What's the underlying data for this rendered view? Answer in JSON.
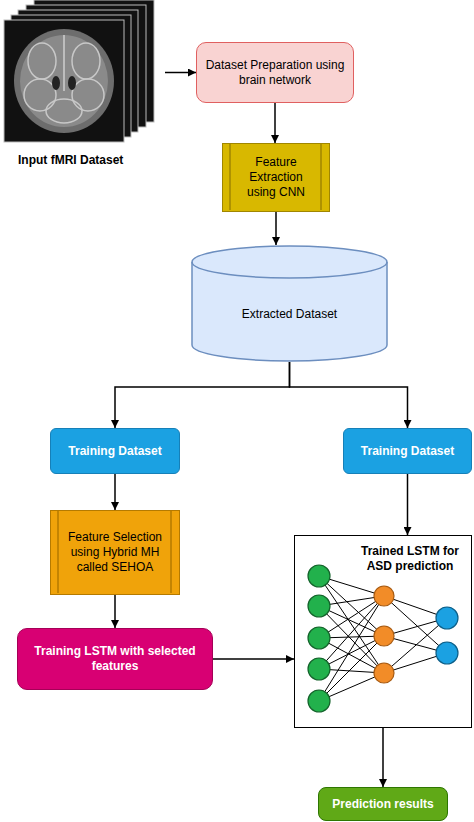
{
  "diagram": {
    "nodes": [
      {
        "text": [
          "Input fMRI Dataset"
        ]
      },
      {
        "text": [
          "Dataset Preparation using brain network"
        ]
      },
      {
        "text": [
          "Feature Extraction using CNN"
        ]
      },
      {
        "text": [
          "Extracted Dataset"
        ]
      },
      {
        "text": [
          "Training Dataset"
        ]
      },
      {
        "text": [
          "Training Dataset"
        ]
      },
      {
        "text": [
          "Feature Selection using Hybrid MH called SEHOA"
        ]
      },
      {
        "text": [
          "Training LSTM with selected features"
        ]
      },
      {
        "text": [
          "Trained LSTM for ASD prediction"
        ]
      },
      {
        "text": [
          "Prediction results"
        ]
      }
    ],
    "edges": [
      {
        "from": 0,
        "to": 1,
        "arrow": "to"
      },
      {
        "from": 1,
        "to": 2,
        "arrow": "to"
      },
      {
        "from": 2,
        "to": 3,
        "arrow": "to"
      },
      {
        "from": 3,
        "to": 4,
        "arrow": "to"
      },
      {
        "from": 3,
        "to": 5,
        "arrow": "to"
      },
      {
        "from": 4,
        "to": 6,
        "arrow": "to"
      },
      {
        "from": 6,
        "to": 7,
        "arrow": "to"
      },
      {
        "from": 7,
        "to": 8,
        "arrow": "to"
      },
      {
        "from": 5,
        "to": 8,
        "arrow": "to"
      },
      {
        "from": 8,
        "to": 9,
        "arrow": "to"
      }
    ]
  }
}
